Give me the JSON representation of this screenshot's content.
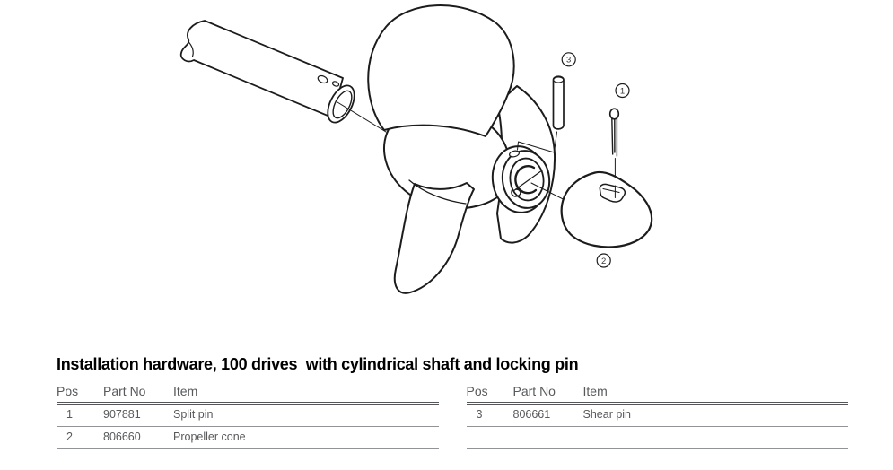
{
  "heading": "Installation hardware, 100 drives  with cylindrical shaft and locking pin",
  "diagram": {
    "description": "Exploded-view line drawing: cylindrical propeller shaft, three-blade propeller with splined hub, shear pin, split pin and propeller cone",
    "line_color": "#1c1c1c",
    "callouts": [
      {
        "label": "1"
      },
      {
        "label": "2"
      },
      {
        "label": "3"
      }
    ]
  },
  "tables": [
    {
      "headers": {
        "pos": "Pos",
        "part_no": "Part No",
        "item": "Item"
      },
      "rows": [
        {
          "pos": "1",
          "part_no": "907881",
          "item": "Split pin"
        },
        {
          "pos": "2",
          "part_no": "806660",
          "item": "Propeller cone"
        }
      ]
    },
    {
      "headers": {
        "pos": "Pos",
        "part_no": "Part No",
        "item": "Item"
      },
      "rows": [
        {
          "pos": "3",
          "part_no": "806661",
          "item": "Shear pin"
        },
        {
          "pos": "",
          "part_no": "",
          "item": ""
        }
      ]
    }
  ],
  "colors": {
    "text_gray": "#58595b",
    "rule_gray": "#919396",
    "rule_dark": "#55565a",
    "title_black": "#000000",
    "line_art": "#1c1c1c"
  }
}
